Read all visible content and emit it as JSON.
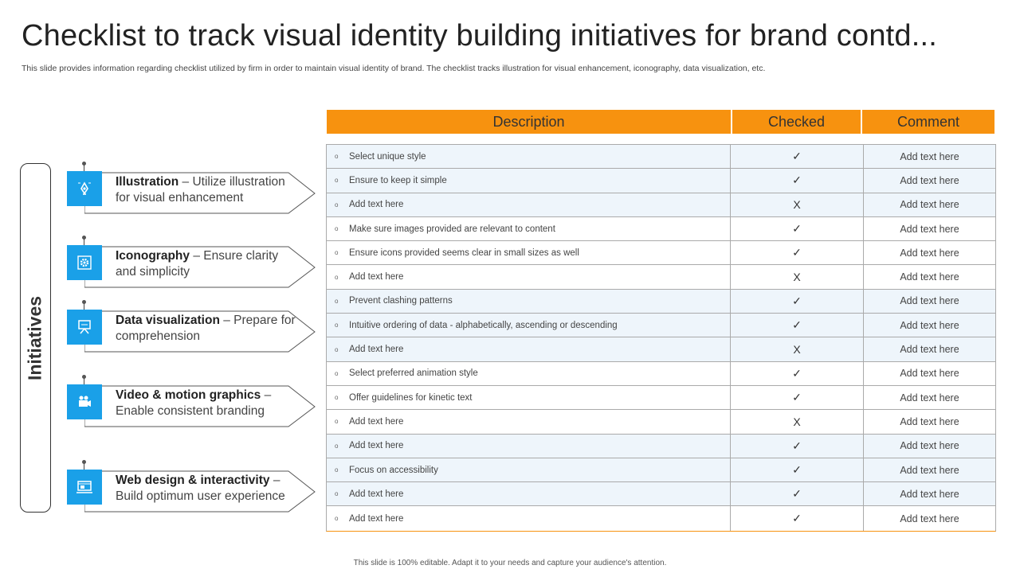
{
  "title": "Checklist to track visual identity building initiatives for brand contd...",
  "subtitle": "This slide provides information regarding checklist utilized by firm in order to maintain visual identity of brand. The checklist tracks illustration for visual enhancement, iconography, data visualization, etc.",
  "side_label": "Initiatives",
  "initiatives": [
    {
      "name": "Illustration",
      "desc": " – Utilize illustration for visual enhancement",
      "icon": "pen-tool-icon"
    },
    {
      "name": "Iconography",
      "desc": " – Ensure clarity and simplicity",
      "icon": "gear-icon"
    },
    {
      "name": "Data visualization",
      "desc": " – Prepare for comprehension",
      "icon": "presentation-board-icon"
    },
    {
      "name": "Video & motion graphics",
      "desc": " – Enable consistent branding",
      "icon": "video-camera-icon"
    },
    {
      "name": "Web design & interactivity",
      "desc": " – Build optimum user experience",
      "icon": "web-design-icon"
    }
  ],
  "table": {
    "headers": {
      "description": "Description",
      "checked": "Checked",
      "comment": "Comment"
    },
    "rows": [
      {
        "desc": "Select unique style",
        "checked": "✓",
        "comment": "Add text here"
      },
      {
        "desc": "Ensure to keep it simple",
        "checked": "✓",
        "comment": "Add text here"
      },
      {
        "desc": "Add text here",
        "checked": "X",
        "comment": "Add text here"
      },
      {
        "desc": "Make sure images provided are relevant to content",
        "checked": "✓",
        "comment": "Add text here"
      },
      {
        "desc": "Ensure icons provided seems clear in small sizes as well",
        "checked": "✓",
        "comment": "Add text here"
      },
      {
        "desc": "Add text here",
        "checked": "X",
        "comment": "Add text here"
      },
      {
        "desc": "Prevent clashing patterns",
        "checked": "✓",
        "comment": "Add text here"
      },
      {
        "desc": "Intuitive ordering of data - alphabetically, ascending or descending",
        "checked": "✓",
        "comment": "Add text here"
      },
      {
        "desc": "Add text here",
        "checked": "X",
        "comment": "Add text here"
      },
      {
        "desc": "Select preferred animation style",
        "checked": "✓",
        "comment": "Add text here"
      },
      {
        "desc": "Offer guidelines for kinetic text",
        "checked": "✓",
        "comment": "Add text here"
      },
      {
        "desc": "Add text here",
        "checked": "X",
        "comment": "Add text here"
      },
      {
        "desc": "Add text here",
        "checked": "✓",
        "comment": "Add text here"
      },
      {
        "desc": "Focus on accessibility",
        "checked": "✓",
        "comment": "Add text here"
      },
      {
        "desc": "Add text here",
        "checked": "✓",
        "comment": "Add text here"
      },
      {
        "desc": "Add text here",
        "checked": "✓",
        "comment": "Add text here"
      }
    ]
  },
  "footer": "This slide is 100% editable. Adapt it to your needs and capture your audience's attention.",
  "colors": {
    "accent": "#f7920f",
    "icon_blue": "#1aa0e8",
    "row_alt": "#eef5fb"
  }
}
